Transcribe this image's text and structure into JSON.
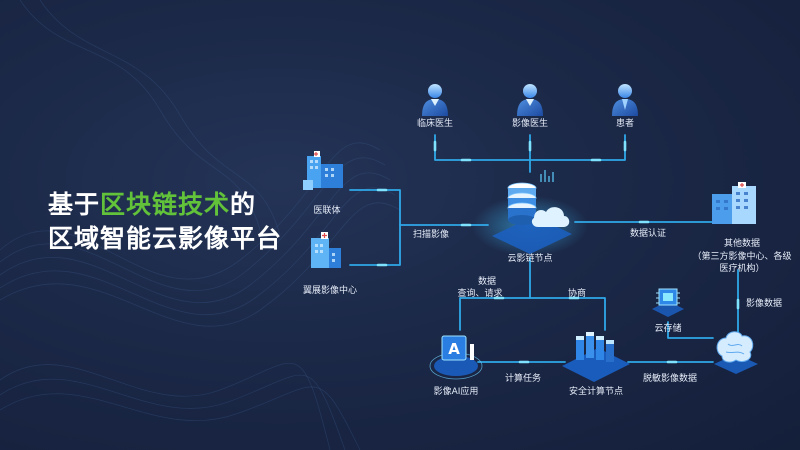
{
  "title": {
    "line1_prefix": "基于",
    "line1_highlight": "区块链技术",
    "line1_suffix": "的",
    "line2": "区域智能云影像平台"
  },
  "nodes": {
    "clinician": "临床医生",
    "radiologist": "影像医生",
    "patient": "患者",
    "medical_alliance": "医联体",
    "imaging_center": "翼展影像中心",
    "cloud_chain_node": "云影链节点",
    "other_data": "其他数据",
    "other_data_detail_1": "（第三方影像中心、各级",
    "other_data_detail_2": "医疗机构）",
    "cloud_storage": "云存储",
    "ai_application": "影像AI应用",
    "secure_compute_node": "安全计算节点"
  },
  "edges": {
    "scan_imaging": "扫描影像",
    "data_authentication": "数据认证",
    "data_query_1": "数据",
    "data_query_2": "查询、请求",
    "negotiation": "协商",
    "imaging_data": "影像数据",
    "compute_task": "计算任务",
    "deidentified_data": "脱敏影像数据"
  },
  "colors": {
    "background": "#1b2847",
    "highlight": "#62c23a",
    "connector": "#2fa8e8",
    "connector_glow": "#7fe3ff"
  },
  "icons": {
    "clinician": "doctor-icon",
    "radiologist": "doctor-icon",
    "patient": "patient-icon",
    "medical_alliance": "hospital-building-icon",
    "imaging_center": "hospital-building-icon",
    "cloud_chain_node": "database-cloud-icon",
    "other_data": "server-building-icon",
    "cloud_storage": "chip-icon",
    "ai_application": "ai-chip-icon",
    "secure_compute_node": "server-rack-icon",
    "deidentified_data": "brain-icon"
  }
}
